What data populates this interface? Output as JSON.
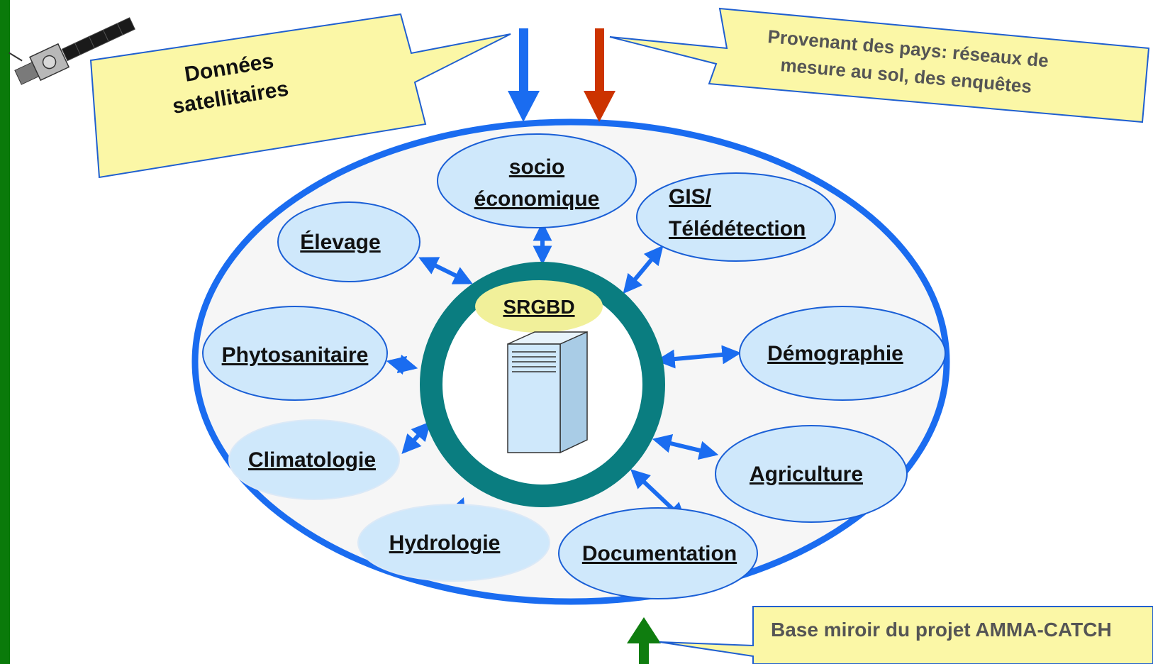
{
  "colors": {
    "left_bar": "#0a7a0a",
    "outer_ellipse_stroke": "#1a6cf0",
    "outer_ellipse_fill": "#f6f6f6",
    "node_fill": "#cfe8fb",
    "node_stroke": "#1a5fd6",
    "hub_ring": "#0a7d80",
    "hub_label_fill": "#f1f09a",
    "arrow": "#1a6cf0",
    "callout_fill": "#fbf7a6",
    "callout_stroke": "#1f5fd0",
    "arrow_blue": "#1a6cf0",
    "arrow_red": "#cc3300",
    "arrow_green": "#0f7d0f"
  },
  "callouts": {
    "satellite_line1": "Données",
    "satellite_line2": "satellitaires",
    "countries_line1": "Provenant des pays: réseaux de",
    "countries_line2": "mesure au sol, des enquêtes",
    "mirror": "Base miroir du projet AMMA-CATCH"
  },
  "hub": {
    "label": "SRGBD",
    "icon": "server-icon"
  },
  "nodes": {
    "socio_line1": "socio",
    "socio_line2": "économique",
    "gis_line1": "GIS/",
    "gis_line2": "Télédétection",
    "elevage": "Élevage",
    "phytosanitaire": "Phytosanitaire",
    "climatologie": "Climatologie",
    "hydrologie": "Hydrologie",
    "documentation": "Documentation",
    "agriculture": "Agriculture",
    "demographie": "Démographie"
  },
  "decor": {
    "satellite": "satellite-icon"
  }
}
